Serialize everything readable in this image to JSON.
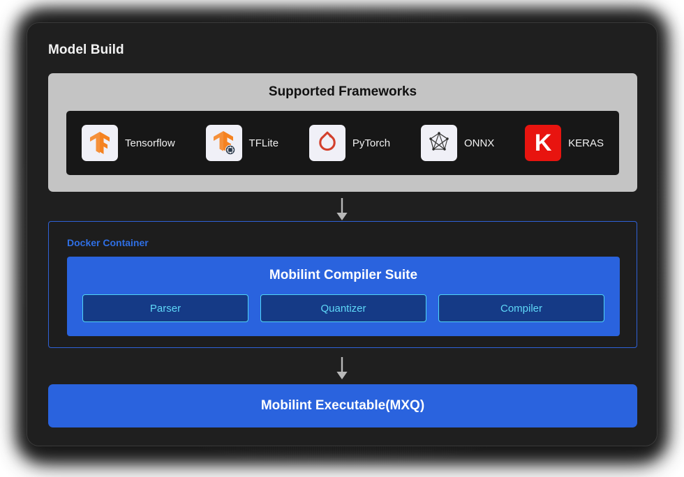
{
  "card": {
    "title": "Model Build"
  },
  "frameworks": {
    "title": "Supported Frameworks",
    "items": [
      {
        "label": "Tensorflow",
        "icon": "tensorflow-icon",
        "badge_color": "#f0f0f7"
      },
      {
        "label": "TFLite",
        "icon": "tflite-icon",
        "badge_color": "#f0f0f7"
      },
      {
        "label": "PyTorch",
        "icon": "pytorch-icon",
        "badge_color": "#f0f0f7"
      },
      {
        "label": "ONNX",
        "icon": "onnx-icon",
        "badge_color": "#f0f0f7"
      },
      {
        "label": "KERAS",
        "icon": "keras-icon",
        "badge_color": "#e8140f",
        "letter": "K"
      }
    ]
  },
  "docker": {
    "label": "Docker Container",
    "suite_title": "Mobilint Compiler Suite",
    "stages": [
      {
        "label": "Parser"
      },
      {
        "label": "Quantizer"
      },
      {
        "label": "Compiler"
      }
    ]
  },
  "output": {
    "label": "Mobilint Executable(MXQ)"
  },
  "arrows": [
    {
      "name": "arrow-frameworks-to-docker"
    },
    {
      "name": "arrow-docker-to-output"
    }
  ],
  "colors": {
    "page_background": "#ffffff",
    "card_background": "#1f1f1f",
    "panel_grey": "#c4c4c4",
    "strip_black": "#171717",
    "brand_blue": "#2a63de",
    "docker_border_blue": "#2f62d8",
    "docker_label_blue": "#2f6fe4",
    "stage_fill_navy": "#153a86",
    "stage_border_cyan": "#4fd4f5",
    "stage_text_cyan": "#5fd8f8",
    "keras_red": "#e8140f",
    "tensorflow_orange": "#f58220",
    "pytorch_red": "#d3402c",
    "arrow_grey": "#b8b8b8",
    "text_light": "#f2f2f2"
  }
}
